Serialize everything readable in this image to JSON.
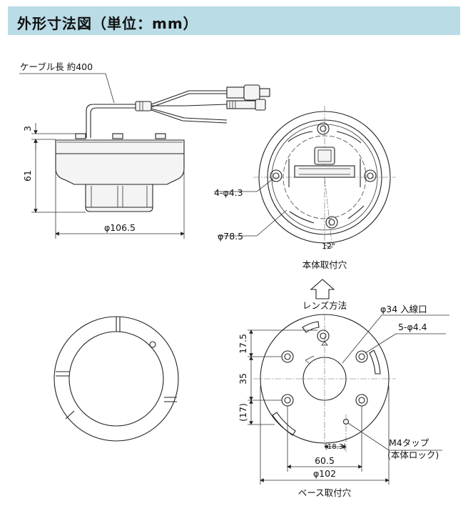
{
  "title": "外形寸法図（単位：mm）",
  "side_view": {
    "cable_label": "ケーブル長 約400",
    "dim_top": "3",
    "dim_height": "61",
    "dim_diameter": "φ106.5"
  },
  "top_view": {
    "holes_label": "4-φ4.3",
    "pcd_label": "φ78.5",
    "angle_label": "12°",
    "caption": "本体取付穴"
  },
  "base_view": {
    "lens_direction": "レンズ方法",
    "wire_hole_label": "φ34 入線口",
    "holes_label": "5-φ4.4",
    "dim_v1": "17.5",
    "dim_v2": "35",
    "dim_v3": "(17)",
    "tap_label": "M4タップ",
    "tap_sub": "(本体ロック)",
    "dim_tap": "(18.3)",
    "dim_width": "60.5",
    "dim_diameter": "φ102",
    "caption": "ベース取付穴"
  }
}
